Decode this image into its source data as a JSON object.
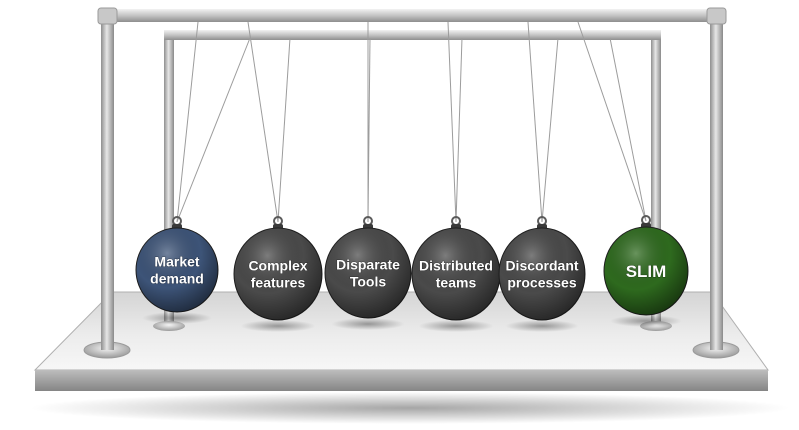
{
  "balls": [
    {
      "label_lines": [
        "Market",
        "demand"
      ],
      "color": "#3d5478"
    },
    {
      "label_lines": [
        "Complex",
        "features"
      ],
      "color": "#4a4a4a"
    },
    {
      "label_lines": [
        "Disparate",
        "Tools"
      ],
      "color": "#4a4a4a"
    },
    {
      "label_lines": [
        "Distributed",
        "teams"
      ],
      "color": "#4a4a4a"
    },
    {
      "label_lines": [
        "Discordant",
        "processes"
      ],
      "color": "#4a4a4a"
    },
    {
      "label_lines": [
        "SLIM"
      ],
      "color": "#2e6a1e"
    }
  ]
}
